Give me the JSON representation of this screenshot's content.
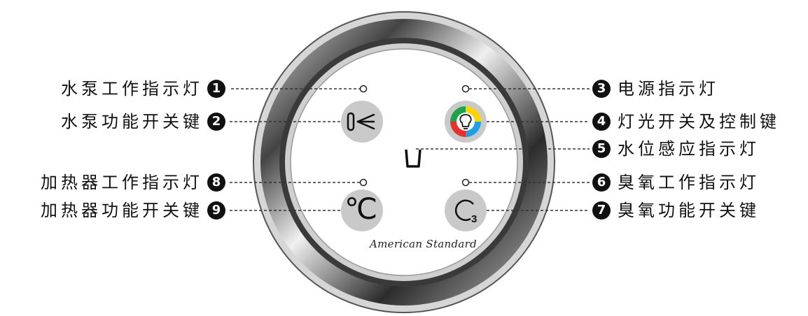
{
  "labels": {
    "l1": "水泵工作指示灯",
    "l2": "水泵功能开关键",
    "l3": "电源指示灯",
    "l4": "灯光开关及控制键",
    "l5": "水位感应指示灯",
    "l6": "臭氧工作指示灯",
    "l7": "臭氧功能开关键",
    "l8": "加热器工作指示灯",
    "l9": "加热器功能开关键"
  },
  "badges": {
    "b1": "1",
    "b2": "2",
    "b3": "3",
    "b4": "4",
    "b5": "5",
    "b6": "6",
    "b7": "7",
    "b8": "8",
    "b9": "9"
  },
  "panel": {
    "brand": "American Standard",
    "celsius_symbol": "℃",
    "ozone_digit": "3"
  },
  "colors": {
    "badge": "#111111",
    "button_gray": "#c9c9c9",
    "leader_line": "#333333",
    "light_ring": [
      "#ffd400",
      "#1fa34a",
      "#1ea0e6",
      "#e8312a"
    ]
  },
  "icons": {
    "pump_button": "pump-spray-icon",
    "light_button": "lightbulb-icon",
    "water_level": "cup-icon",
    "heater_button": "celsius-icon",
    "ozone_button": "ozone-icon"
  }
}
